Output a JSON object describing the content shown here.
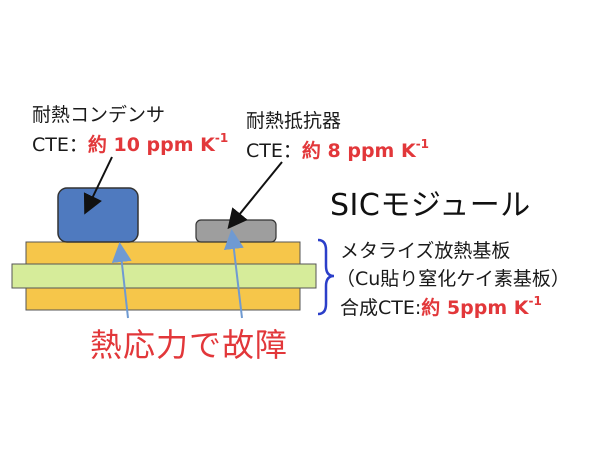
{
  "capacitor": {
    "name": "耐熱コンデンサ",
    "cte_prefix": "CTE：",
    "cte_value": "約 10 ppm K",
    "cte_exp": "-1"
  },
  "resistor": {
    "name": "耐熱抵抗器",
    "cte_prefix": "CTE：",
    "cte_value": "約 8 ppm K",
    "cte_exp": "-1"
  },
  "module_title": "SICモジュール",
  "substrate": {
    "line1": "メタライズ放熱基板",
    "line2": "（Cu貼り窒化ケイ素基板）",
    "cte_prefix": "合成CTE:",
    "cte_value": "約 5ppm K",
    "cte_exp": "-1"
  },
  "failure_text": "熱応力で故障",
  "colors": {
    "orange_layer": "#f6c64a",
    "green_layer": "#d6ec9a",
    "capacitor": "#4f7abf",
    "resistor": "#9e9e9e",
    "bracket": "#2b3fc9",
    "red_text": "#e2373a",
    "arrow_blue": "#6f9ad2"
  }
}
